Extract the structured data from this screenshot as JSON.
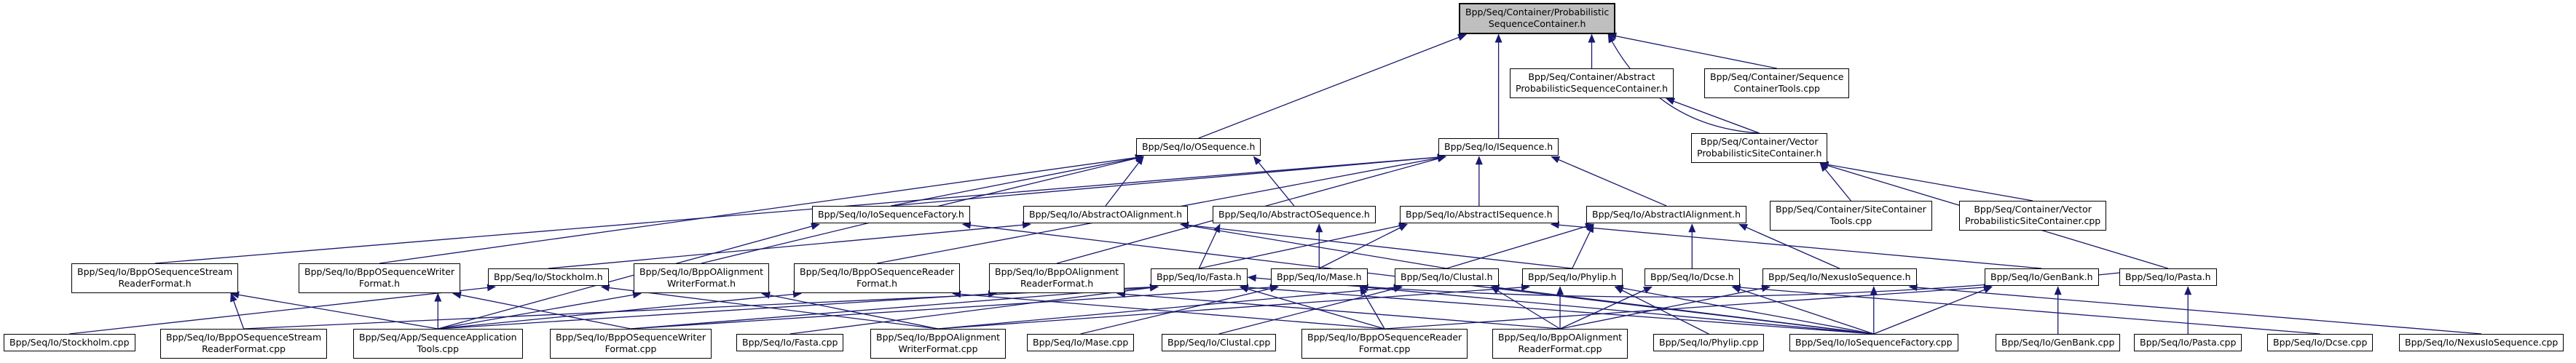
{
  "graph_type": "doxygen-include-dependency-graph",
  "colors": {
    "edge": "#191970",
    "node_bg": "#ffffff",
    "node_border": "#000000",
    "root_bg": "#bfbfbf"
  },
  "nodes": [
    {
      "id": "prob_seq_container_h",
      "label": "Bpp/Seq/Container/Probabilistic\nSequenceContainer.h"
    },
    {
      "id": "abstract_prob_seq_container_h",
      "label": "Bpp/Seq/Container/Abstract\nProbabilisticSequenceContainer.h"
    },
    {
      "id": "seq_container_tools_cpp",
      "label": "Bpp/Seq/Container/Sequence\nContainerTools.cpp"
    },
    {
      "id": "osequence_h",
      "label": "Bpp/Seq/Io/OSequence.h"
    },
    {
      "id": "isequence_h",
      "label": "Bpp/Seq/Io/ISequence.h"
    },
    {
      "id": "vector_prob_site_container_h",
      "label": "Bpp/Seq/Container/Vector\nProbabilisticSiteContainer.h"
    },
    {
      "id": "io_sequence_factory_h",
      "label": "Bpp/Seq/Io/IoSequenceFactory.h"
    },
    {
      "id": "abstract_o_alignment_h",
      "label": "Bpp/Seq/Io/AbstractOAlignment.h"
    },
    {
      "id": "abstract_o_sequence_h",
      "label": "Bpp/Seq/Io/AbstractOSequence.h"
    },
    {
      "id": "abstract_i_sequence_h",
      "label": "Bpp/Seq/Io/AbstractISequence.h"
    },
    {
      "id": "abstract_i_alignment_h",
      "label": "Bpp/Seq/Io/AbstractIAlignment.h"
    },
    {
      "id": "site_container_tools_cpp",
      "label": "Bpp/Seq/Container/SiteContainer\nTools.cpp"
    },
    {
      "id": "vector_prob_site_container_cpp",
      "label": "Bpp/Seq/Container/Vector\nProbabilisticSiteContainer.cpp"
    },
    {
      "id": "bppo_seq_stream_reader_format_h",
      "label": "Bpp/Seq/Io/BppOSequenceStream\nReaderFormat.h"
    },
    {
      "id": "bppo_seq_writer_format_h",
      "label": "Bpp/Seq/Io/BppOSequenceWriter\nFormat.h"
    },
    {
      "id": "stockholm_h",
      "label": "Bpp/Seq/Io/Stockholm.h"
    },
    {
      "id": "bppo_align_writer_format_h",
      "label": "Bpp/Seq/Io/BppOAlignment\nWriterFormat.h"
    },
    {
      "id": "bppo_seq_reader_format_h",
      "label": "Bpp/Seq/Io/BppOSequenceReader\nFormat.h"
    },
    {
      "id": "bppo_align_reader_format_h",
      "label": "Bpp/Seq/Io/BppOAlignment\nReaderFormat.h"
    },
    {
      "id": "fasta_h",
      "label": "Bpp/Seq/Io/Fasta.h"
    },
    {
      "id": "mase_h",
      "label": "Bpp/Seq/Io/Mase.h"
    },
    {
      "id": "clustal_h",
      "label": "Bpp/Seq/Io/Clustal.h"
    },
    {
      "id": "phylip_h",
      "label": "Bpp/Seq/Io/Phylip.h"
    },
    {
      "id": "dcse_h",
      "label": "Bpp/Seq/Io/Dcse.h"
    },
    {
      "id": "nexus_io_sequence_h",
      "label": "Bpp/Seq/Io/NexusIoSequence.h"
    },
    {
      "id": "genbank_h",
      "label": "Bpp/Seq/Io/GenBank.h"
    },
    {
      "id": "pasta_h",
      "label": "Bpp/Seq/Io/Pasta.h"
    },
    {
      "id": "stockholm_cpp",
      "label": "Bpp/Seq/Io/Stockholm.cpp"
    },
    {
      "id": "bppo_seq_stream_reader_format_cpp",
      "label": "Bpp/Seq/Io/BppOSequenceStream\nReaderFormat.cpp"
    },
    {
      "id": "seq_app_tools_cpp",
      "label": "Bpp/Seq/App/SequenceApplication\nTools.cpp"
    },
    {
      "id": "bppo_seq_writer_format_cpp",
      "label": "Bpp/Seq/Io/BppOSequenceWriter\nFormat.cpp"
    },
    {
      "id": "fasta_cpp",
      "label": "Bpp/Seq/Io/Fasta.cpp"
    },
    {
      "id": "bppo_align_writer_format_cpp",
      "label": "Bpp/Seq/Io/BppOAlignment\nWriterFormat.cpp"
    },
    {
      "id": "mase_cpp",
      "label": "Bpp/Seq/Io/Mase.cpp"
    },
    {
      "id": "clustal_cpp",
      "label": "Bpp/Seq/Io/Clustal.cpp"
    },
    {
      "id": "bppo_seq_reader_format_cpp",
      "label": "Bpp/Seq/Io/BppOSequenceReader\nFormat.cpp"
    },
    {
      "id": "bppo_align_reader_format_cpp",
      "label": "Bpp/Seq/Io/BppOAlignment\nReaderFormat.cpp"
    },
    {
      "id": "phylip_cpp",
      "label": "Bpp/Seq/Io/Phylip.cpp"
    },
    {
      "id": "io_seq_factory_cpp",
      "label": "Bpp/Seq/Io/IoSequenceFactory.cpp"
    },
    {
      "id": "genbank_cpp",
      "label": "Bpp/Seq/Io/GenBank.cpp"
    },
    {
      "id": "pasta_cpp",
      "label": "Bpp/Seq/Io/Pasta.cpp"
    },
    {
      "id": "dcse_cpp",
      "label": "Bpp/Seq/Io/Dcse.cpp"
    },
    {
      "id": "nexus_io_sequence_cpp",
      "label": "Bpp/Seq/Io/NexusIoSequence.cpp"
    }
  ],
  "edges": [
    [
      "osequence_h",
      "prob_seq_container_h"
    ],
    [
      "isequence_h",
      "prob_seq_container_h"
    ],
    [
      "abstract_prob_seq_container_h",
      "prob_seq_container_h"
    ],
    [
      "seq_container_tools_cpp",
      "prob_seq_container_h"
    ],
    [
      "vector_prob_site_container_h",
      "prob_seq_container_h",
      70
    ],
    [
      "vector_prob_site_container_h",
      "abstract_prob_seq_container_h"
    ],
    [
      "io_sequence_factory_h",
      "osequence_h"
    ],
    [
      "abstract_o_alignment_h",
      "osequence_h"
    ],
    [
      "abstract_o_sequence_h",
      "osequence_h"
    ],
    [
      "bppo_seq_writer_format_h",
      "osequence_h"
    ],
    [
      "bppo_align_writer_format_h",
      "osequence_h"
    ],
    [
      "io_sequence_factory_h",
      "isequence_h"
    ],
    [
      "abstract_i_sequence_h",
      "isequence_h"
    ],
    [
      "abstract_i_alignment_h",
      "isequence_h"
    ],
    [
      "bppo_seq_stream_reader_format_h",
      "isequence_h"
    ],
    [
      "bppo_seq_reader_format_h",
      "isequence_h"
    ],
    [
      "bppo_align_reader_format_h",
      "isequence_h"
    ],
    [
      "site_container_tools_cpp",
      "vector_prob_site_container_h"
    ],
    [
      "vector_prob_site_container_cpp",
      "vector_prob_site_container_h"
    ],
    [
      "pasta_h",
      "vector_prob_site_container_h"
    ],
    [
      "seq_app_tools_cpp",
      "io_sequence_factory_h"
    ],
    [
      "io_seq_factory_cpp",
      "io_sequence_factory_h"
    ],
    [
      "stockholm_h",
      "abstract_o_alignment_h"
    ],
    [
      "clustal_h",
      "abstract_o_alignment_h"
    ],
    [
      "phylip_h",
      "abstract_o_alignment_h"
    ],
    [
      "fasta_h",
      "abstract_o_sequence_h"
    ],
    [
      "mase_h",
      "abstract_o_sequence_h"
    ],
    [
      "fasta_h",
      "abstract_i_sequence_h"
    ],
    [
      "mase_h",
      "abstract_i_sequence_h"
    ],
    [
      "genbank_h",
      "abstract_i_sequence_h"
    ],
    [
      "clustal_h",
      "abstract_i_alignment_h"
    ],
    [
      "phylip_h",
      "abstract_i_alignment_h"
    ],
    [
      "dcse_h",
      "abstract_i_alignment_h"
    ],
    [
      "nexus_io_sequence_h",
      "abstract_i_alignment_h"
    ],
    [
      "stockholm_cpp",
      "stockholm_h"
    ],
    [
      "bppo_align_writer_format_cpp",
      "stockholm_h"
    ],
    [
      "bppo_seq_stream_reader_format_cpp",
      "bppo_seq_stream_reader_format_h"
    ],
    [
      "seq_app_tools_cpp",
      "bppo_seq_stream_reader_format_h"
    ],
    [
      "bppo_seq_writer_format_cpp",
      "bppo_seq_writer_format_h"
    ],
    [
      "seq_app_tools_cpp",
      "bppo_seq_writer_format_h"
    ],
    [
      "bppo_align_writer_format_cpp",
      "bppo_align_writer_format_h"
    ],
    [
      "seq_app_tools_cpp",
      "bppo_align_writer_format_h"
    ],
    [
      "bppo_seq_reader_format_cpp",
      "bppo_seq_reader_format_h"
    ],
    [
      "seq_app_tools_cpp",
      "bppo_seq_reader_format_h"
    ],
    [
      "bppo_align_reader_format_cpp",
      "bppo_align_reader_format_h"
    ],
    [
      "seq_app_tools_cpp",
      "bppo_align_reader_format_h"
    ],
    [
      "fasta_cpp",
      "fasta_h"
    ],
    [
      "bppo_seq_reader_format_cpp",
      "fasta_h"
    ],
    [
      "bppo_seq_writer_format_cpp",
      "fasta_h"
    ],
    [
      "bppo_seq_stream_reader_format_cpp",
      "fasta_h"
    ],
    [
      "io_seq_factory_cpp",
      "fasta_h"
    ],
    [
      "pasta_h",
      "fasta_h",
      60
    ],
    [
      "mase_cpp",
      "mase_h"
    ],
    [
      "bppo_seq_reader_format_cpp",
      "mase_h"
    ],
    [
      "bppo_seq_writer_format_cpp",
      "mase_h"
    ],
    [
      "io_seq_factory_cpp",
      "mase_h"
    ],
    [
      "clustal_cpp",
      "clustal_h"
    ],
    [
      "bppo_align_reader_format_cpp",
      "clustal_h"
    ],
    [
      "bppo_align_writer_format_cpp",
      "clustal_h"
    ],
    [
      "io_seq_factory_cpp",
      "clustal_h"
    ],
    [
      "phylip_cpp",
      "phylip_h"
    ],
    [
      "bppo_align_reader_format_cpp",
      "phylip_h"
    ],
    [
      "bppo_align_writer_format_cpp",
      "phylip_h"
    ],
    [
      "io_seq_factory_cpp",
      "phylip_h"
    ],
    [
      "dcse_cpp",
      "dcse_h"
    ],
    [
      "bppo_align_reader_format_cpp",
      "dcse_h"
    ],
    [
      "io_seq_factory_cpp",
      "dcse_h"
    ],
    [
      "nexus_io_sequence_cpp",
      "nexus_io_sequence_h"
    ],
    [
      "bppo_align_reader_format_cpp",
      "nexus_io_sequence_h"
    ],
    [
      "io_seq_factory_cpp",
      "nexus_io_sequence_h"
    ],
    [
      "genbank_cpp",
      "genbank_h"
    ],
    [
      "bppo_seq_reader_format_cpp",
      "genbank_h"
    ],
    [
      "io_seq_factory_cpp",
      "genbank_h"
    ],
    [
      "pasta_cpp",
      "pasta_h"
    ]
  ]
}
